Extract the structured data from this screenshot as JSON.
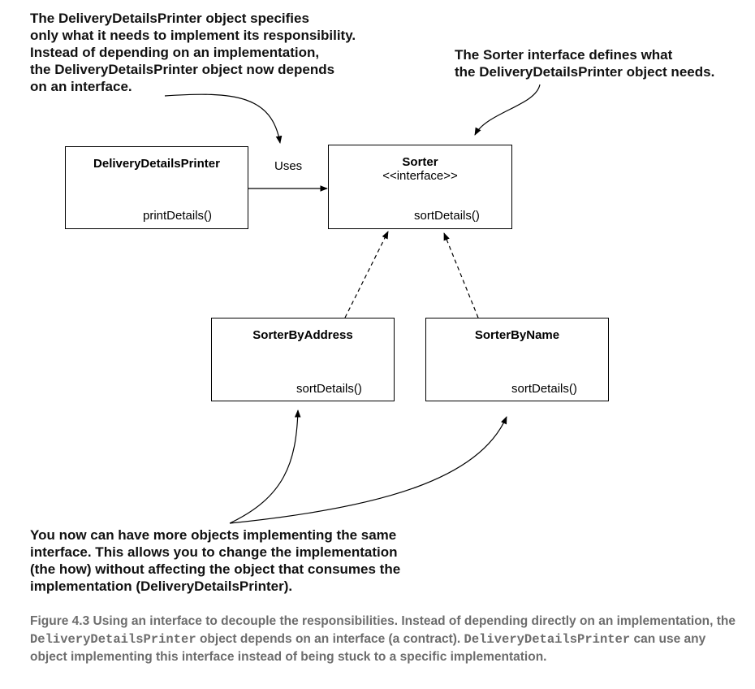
{
  "annotations": {
    "top_left": [
      "The DeliveryDetailsPrinter object specifies",
      "only what it needs to implement its responsibility.",
      "Instead of depending on an implementation,",
      "the DeliveryDetailsPrinter object now depends",
      "on an interface."
    ],
    "top_right": [
      "The Sorter interface defines what",
      "the DeliveryDetailsPrinter object needs."
    ],
    "bottom": [
      "You now can have more objects implementing the same",
      "interface. This allows you to change the implementation",
      "(the how) without affecting the object that consumes the",
      "implementation (DeliveryDetailsPrinter)."
    ]
  },
  "boxes": {
    "printer": {
      "name": "DeliveryDetailsPrinter",
      "method": "printDetails()"
    },
    "sorter": {
      "name": "Sorter",
      "stereotype": "<<interface>>",
      "method": "sortDetails()"
    },
    "by_address": {
      "name": "SorterByAddress",
      "method": "sortDetails()"
    },
    "by_name": {
      "name": "SorterByName",
      "method": "sortDetails()"
    }
  },
  "edges": {
    "uses_label": "Uses"
  },
  "caption": {
    "parts": [
      "Figure 4.3   Using an interface to decouple the responsibilities. Instead of depending directly on an implementation, the ",
      "DeliveryDetailsPrinter",
      " object depends on an interface (a contract). ",
      "DeliveryDetailsPrinter",
      " can use any object implementing this interface instead of being stuck to a specific implementation."
    ]
  }
}
